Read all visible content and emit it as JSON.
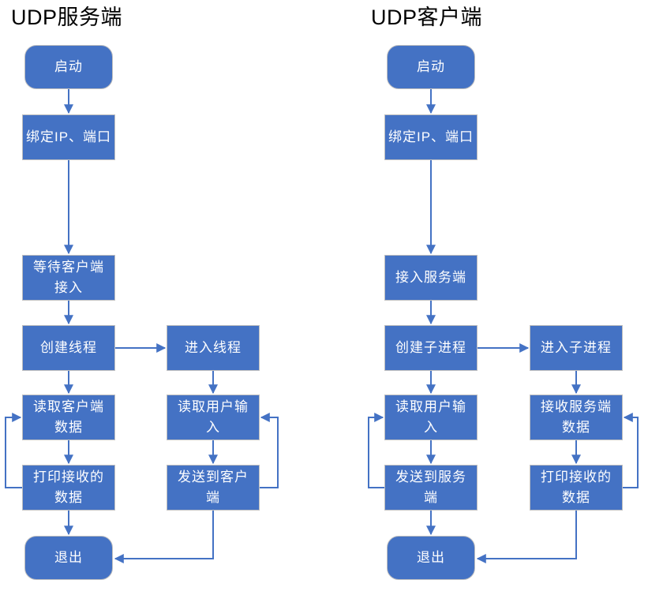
{
  "colors": {
    "node_fill": "#4472C4",
    "node_border": "#BFBFBF",
    "arrow": "#4472C4",
    "node_text": "#FFFFFF",
    "title_text": "#000000"
  },
  "server": {
    "title": "UDP服务端",
    "nodes": {
      "start": {
        "label": "启动"
      },
      "bind": {
        "label": "绑定IP、端口"
      },
      "wait": {
        "label": "等待客户端\n接入"
      },
      "create_thread": {
        "label": "创建线程"
      },
      "enter_thread": {
        "label": "进入线程"
      },
      "read_client_data": {
        "label": "读取客户端\n数据"
      },
      "read_user_input": {
        "label": "读取用户输\n入"
      },
      "print_received": {
        "label": "打印接收的\n数据"
      },
      "send_to_client": {
        "label": "发送到客户\n端"
      },
      "exit": {
        "label": "退出"
      }
    }
  },
  "client": {
    "title": "UDP客户端",
    "nodes": {
      "start": {
        "label": "启动"
      },
      "bind": {
        "label": "绑定IP、端口"
      },
      "connect_server": {
        "label": "接入服务端"
      },
      "create_process": {
        "label": "创建子进程"
      },
      "enter_process": {
        "label": "进入子进程"
      },
      "read_user_input": {
        "label": "读取用户输\n入"
      },
      "recv_server_data": {
        "label": "接收服务端\n数据"
      },
      "send_to_server": {
        "label": "发送到服务\n端"
      },
      "print_received": {
        "label": "打印接收的\n数据"
      },
      "exit": {
        "label": "退出"
      }
    }
  }
}
